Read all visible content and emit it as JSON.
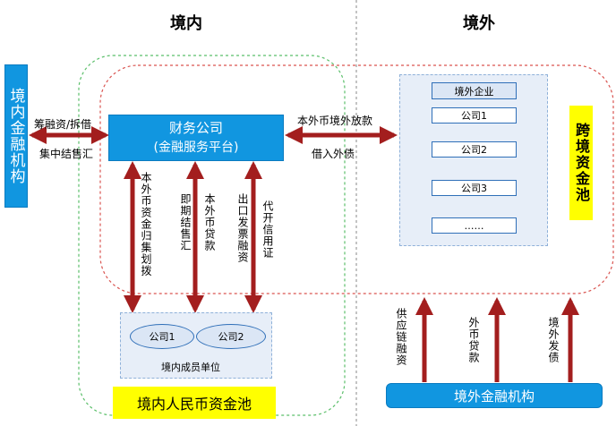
{
  "regions": {
    "domestic": "境内",
    "overseas": "境外"
  },
  "domestic_financial_institutions": "境内金融机构",
  "finance_company": {
    "line1": "财务公司",
    "line2": "(金融服务平台)"
  },
  "left_flow": {
    "top": "筹融资/拆借",
    "bottom": "集中结售汇"
  },
  "right_flow": {
    "top": "本外币境外放款",
    "bottom": "借入外债"
  },
  "vertical_flows": [
    "本外币资金归集划拨",
    "即期结售汇",
    "本外币贷款",
    "出口发票融资",
    "代开信用证"
  ],
  "overseas_entities": {
    "head": "境外企业",
    "companies": [
      "公司1",
      "公司2",
      "公司3",
      "……"
    ]
  },
  "cross_border_pool": "跨境资金池",
  "member_units": {
    "companies": [
      "公司1",
      "公司2"
    ],
    "caption": "境内成员单位"
  },
  "domestic_rmb_pool": "境内人民币资金池",
  "overseas_financial_institutions": "境外金融机构",
  "upward_flows": [
    "供应链融资",
    "外币贷款",
    "境外发债"
  ],
  "colors": {
    "box_blue": "#1196e0",
    "arrow_red": "#a31e1e",
    "pool_yellow": "#ffff00",
    "panel_fill": "#e7eef8",
    "green_dash": "#5bbf6a",
    "red_dash": "#d9534f"
  }
}
